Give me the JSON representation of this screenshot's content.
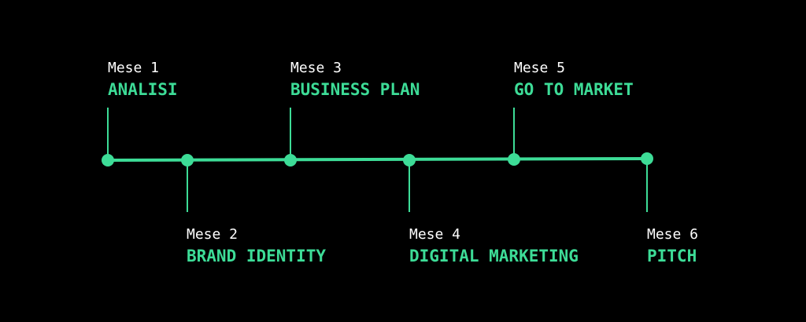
{
  "colors": {
    "background": "#000000",
    "accent": "#3ddc97",
    "text": "#ffffff"
  },
  "milestones": [
    {
      "month": "Mese 1",
      "title": "ANALISI",
      "side": "top"
    },
    {
      "month": "Mese 2",
      "title": "BRAND IDENTITY",
      "side": "bottom"
    },
    {
      "month": "Mese 3",
      "title": "BUSINESS PLAN",
      "side": "top"
    },
    {
      "month": "Mese 4",
      "title": "DIGITAL MARKETING",
      "side": "bottom"
    },
    {
      "month": "Mese 5",
      "title": "GO TO MARKET",
      "side": "top"
    },
    {
      "month": "Mese 6",
      "title": "PITCH",
      "side": "bottom"
    }
  ]
}
